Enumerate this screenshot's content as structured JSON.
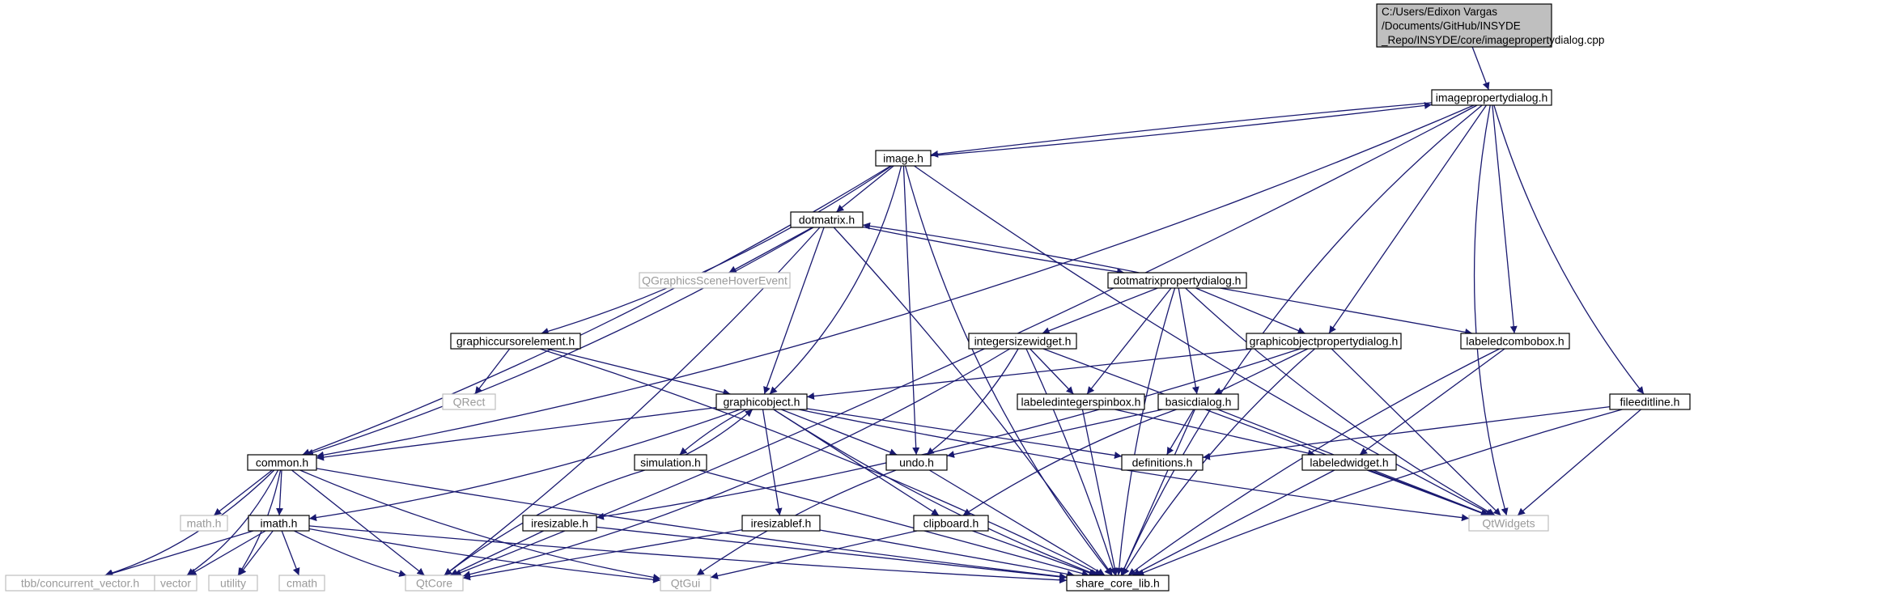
{
  "diagram": {
    "type": "include-dependency-graph",
    "colors": {
      "edge": "#191970",
      "root_fill": "#bfbfbf",
      "external_text": "#9a9a9a",
      "node_border": "#000000",
      "external_border": "#bfbfbf"
    },
    "nodes": [
      {
        "id": "root",
        "lines": [
          "C:/Users/Edixon Vargas",
          "/Documents/GitHub/INSYDE",
          "_Repo/INSYDE/core/imagepropertydialog.cpp"
        ],
        "kind": "root"
      },
      {
        "id": "imagepropertydialog",
        "lines": [
          "imagepropertydialog.h"
        ],
        "kind": "file"
      },
      {
        "id": "image",
        "lines": [
          "image.h"
        ],
        "kind": "file"
      },
      {
        "id": "dotmatrix",
        "lines": [
          "dotmatrix.h"
        ],
        "kind": "file"
      },
      {
        "id": "qgshe",
        "lines": [
          "QGraphicsSceneHoverEvent"
        ],
        "kind": "external"
      },
      {
        "id": "dotmatrixpropertydialog",
        "lines": [
          "dotmatrixpropertydialog.h"
        ],
        "kind": "file"
      },
      {
        "id": "graphiccursorelement",
        "lines": [
          "graphiccursorelement.h"
        ],
        "kind": "file"
      },
      {
        "id": "integersizewidget",
        "lines": [
          "integersizewidget.h"
        ],
        "kind": "file"
      },
      {
        "id": "graphicobjectpropertydialog",
        "lines": [
          "graphicobjectpropertydialog.h"
        ],
        "kind": "file"
      },
      {
        "id": "labeledcombobox",
        "lines": [
          "labeledcombobox.h"
        ],
        "kind": "file"
      },
      {
        "id": "qrect",
        "lines": [
          "QRect"
        ],
        "kind": "external"
      },
      {
        "id": "graphicobject",
        "lines": [
          "graphicobject.h"
        ],
        "kind": "file"
      },
      {
        "id": "labeledintegerspinbox",
        "lines": [
          "labeledintegerspinbox.h"
        ],
        "kind": "file"
      },
      {
        "id": "basicdialog",
        "lines": [
          "basicdialog.h"
        ],
        "kind": "file"
      },
      {
        "id": "fileeditline",
        "lines": [
          "fileeditline.h"
        ],
        "kind": "file"
      },
      {
        "id": "common",
        "lines": [
          "common.h"
        ],
        "kind": "file"
      },
      {
        "id": "simulation",
        "lines": [
          "simulation.h"
        ],
        "kind": "file"
      },
      {
        "id": "undo",
        "lines": [
          "undo.h"
        ],
        "kind": "file"
      },
      {
        "id": "definitions",
        "lines": [
          "definitions.h"
        ],
        "kind": "file"
      },
      {
        "id": "labeledwidget",
        "lines": [
          "labeledwidget.h"
        ],
        "kind": "file"
      },
      {
        "id": "mathh",
        "lines": [
          "math.h"
        ],
        "kind": "external"
      },
      {
        "id": "imath",
        "lines": [
          "imath.h"
        ],
        "kind": "file"
      },
      {
        "id": "iresizable",
        "lines": [
          "iresizable.h"
        ],
        "kind": "file"
      },
      {
        "id": "iresizablef",
        "lines": [
          "iresizablef.h"
        ],
        "kind": "file"
      },
      {
        "id": "clipboard",
        "lines": [
          "clipboard.h"
        ],
        "kind": "file"
      },
      {
        "id": "qtwidgets",
        "lines": [
          "QtWidgets"
        ],
        "kind": "external"
      },
      {
        "id": "tbb",
        "lines": [
          "tbb/concurrent_vector.h"
        ],
        "kind": "external"
      },
      {
        "id": "vector",
        "lines": [
          "vector"
        ],
        "kind": "external"
      },
      {
        "id": "utility",
        "lines": [
          "utility"
        ],
        "kind": "external"
      },
      {
        "id": "cmath",
        "lines": [
          "cmath"
        ],
        "kind": "external"
      },
      {
        "id": "qtcore",
        "lines": [
          "QtCore"
        ],
        "kind": "external"
      },
      {
        "id": "qtgui",
        "lines": [
          "QtGui"
        ],
        "kind": "external"
      },
      {
        "id": "sharecorelib",
        "lines": [
          "share_core_lib.h"
        ],
        "kind": "file"
      }
    ],
    "edges": [
      [
        "root",
        "imagepropertydialog"
      ],
      [
        "imagepropertydialog",
        "image"
      ],
      [
        "image",
        "imagepropertydialog"
      ],
      [
        "imagepropertydialog",
        "common"
      ],
      [
        "imagepropertydialog",
        "qtcore"
      ],
      [
        "imagepropertydialog",
        "graphicobjectpropertydialog"
      ],
      [
        "imagepropertydialog",
        "labeledcombobox"
      ],
      [
        "imagepropertydialog",
        "fileeditline"
      ],
      [
        "imagepropertydialog",
        "qtwidgets"
      ],
      [
        "imagepropertydialog",
        "sharecorelib"
      ],
      [
        "image",
        "dotmatrix"
      ],
      [
        "image",
        "graphiccursorelement"
      ],
      [
        "image",
        "graphicobject"
      ],
      [
        "image",
        "undo"
      ],
      [
        "image",
        "common"
      ],
      [
        "image",
        "qtwidgets"
      ],
      [
        "image",
        "sharecorelib"
      ],
      [
        "dotmatrix",
        "qgshe"
      ],
      [
        "dotmatrix",
        "dotmatrixpropertydialog"
      ],
      [
        "dotmatrixpropertydialog",
        "dotmatrix"
      ],
      [
        "dotmatrix",
        "graphicobject"
      ],
      [
        "dotmatrix",
        "common"
      ],
      [
        "dotmatrix",
        "qtcore"
      ],
      [
        "dotmatrix",
        "sharecorelib"
      ],
      [
        "dotmatrixpropertydialog",
        "integersizewidget"
      ],
      [
        "dotmatrixpropertydialog",
        "graphicobjectpropertydialog"
      ],
      [
        "dotmatrixpropertydialog",
        "labeledcombobox"
      ],
      [
        "dotmatrixpropertydialog",
        "labeledintegerspinbox"
      ],
      [
        "dotmatrixpropertydialog",
        "basicdialog"
      ],
      [
        "dotmatrixpropertydialog",
        "qtwidgets"
      ],
      [
        "dotmatrixpropertydialog",
        "sharecorelib"
      ],
      [
        "graphiccursorelement",
        "qrect"
      ],
      [
        "graphiccursorelement",
        "graphicobject"
      ],
      [
        "graphiccursorelement",
        "sharecorelib"
      ],
      [
        "integersizewidget",
        "labeledintegerspinbox"
      ],
      [
        "integersizewidget",
        "undo"
      ],
      [
        "integersizewidget",
        "qtcore"
      ],
      [
        "integersizewidget",
        "qtwidgets"
      ],
      [
        "integersizewidget",
        "sharecorelib"
      ],
      [
        "graphicobjectpropertydialog",
        "graphicobject"
      ],
      [
        "graphicobjectpropertydialog",
        "basicdialog"
      ],
      [
        "graphicobjectpropertydialog",
        "iresizable"
      ],
      [
        "graphicobjectpropertydialog",
        "qtwidgets"
      ],
      [
        "graphicobjectpropertydialog",
        "sharecorelib"
      ],
      [
        "labeledcombobox",
        "labeledwidget"
      ],
      [
        "labeledcombobox",
        "sharecorelib"
      ],
      [
        "graphicobject",
        "common"
      ],
      [
        "graphicobject",
        "simulation"
      ],
      [
        "simulation",
        "graphicobject"
      ],
      [
        "graphicobject",
        "undo"
      ],
      [
        "graphicobject",
        "definitions"
      ],
      [
        "graphicobject",
        "imath"
      ],
      [
        "graphicobject",
        "iresizablef"
      ],
      [
        "graphicobject",
        "clipboard"
      ],
      [
        "graphicobject",
        "qtwidgets"
      ],
      [
        "graphicobject",
        "sharecorelib"
      ],
      [
        "labeledintegerspinbox",
        "labeledwidget"
      ],
      [
        "labeledintegerspinbox",
        "sharecorelib"
      ],
      [
        "basicdialog",
        "undo"
      ],
      [
        "basicdialog",
        "definitions"
      ],
      [
        "basicdialog",
        "clipboard"
      ],
      [
        "basicdialog",
        "qtwidgets"
      ],
      [
        "basicdialog",
        "sharecorelib"
      ],
      [
        "fileeditline",
        "definitions"
      ],
      [
        "fileeditline",
        "qtwidgets"
      ],
      [
        "fileeditline",
        "sharecorelib"
      ],
      [
        "common",
        "mathh"
      ],
      [
        "common",
        "imath"
      ],
      [
        "common",
        "tbb"
      ],
      [
        "common",
        "vector"
      ],
      [
        "common",
        "utility"
      ],
      [
        "common",
        "qtcore"
      ],
      [
        "common",
        "qtgui"
      ],
      [
        "common",
        "sharecorelib"
      ],
      [
        "simulation",
        "qtcore"
      ],
      [
        "simulation",
        "sharecorelib"
      ],
      [
        "undo",
        "qtgui"
      ],
      [
        "undo",
        "sharecorelib"
      ],
      [
        "labeledwidget",
        "qtwidgets"
      ],
      [
        "labeledwidget",
        "sharecorelib"
      ],
      [
        "imath",
        "tbb"
      ],
      [
        "imath",
        "vector"
      ],
      [
        "imath",
        "utility"
      ],
      [
        "imath",
        "cmath"
      ],
      [
        "imath",
        "qtcore"
      ],
      [
        "imath",
        "qtgui"
      ],
      [
        "imath",
        "sharecorelib"
      ],
      [
        "iresizable",
        "qtcore"
      ],
      [
        "iresizable",
        "sharecorelib"
      ],
      [
        "iresizablef",
        "qtcore"
      ],
      [
        "iresizablef",
        "sharecorelib"
      ],
      [
        "clipboard",
        "qtgui"
      ],
      [
        "clipboard",
        "sharecorelib"
      ]
    ]
  }
}
